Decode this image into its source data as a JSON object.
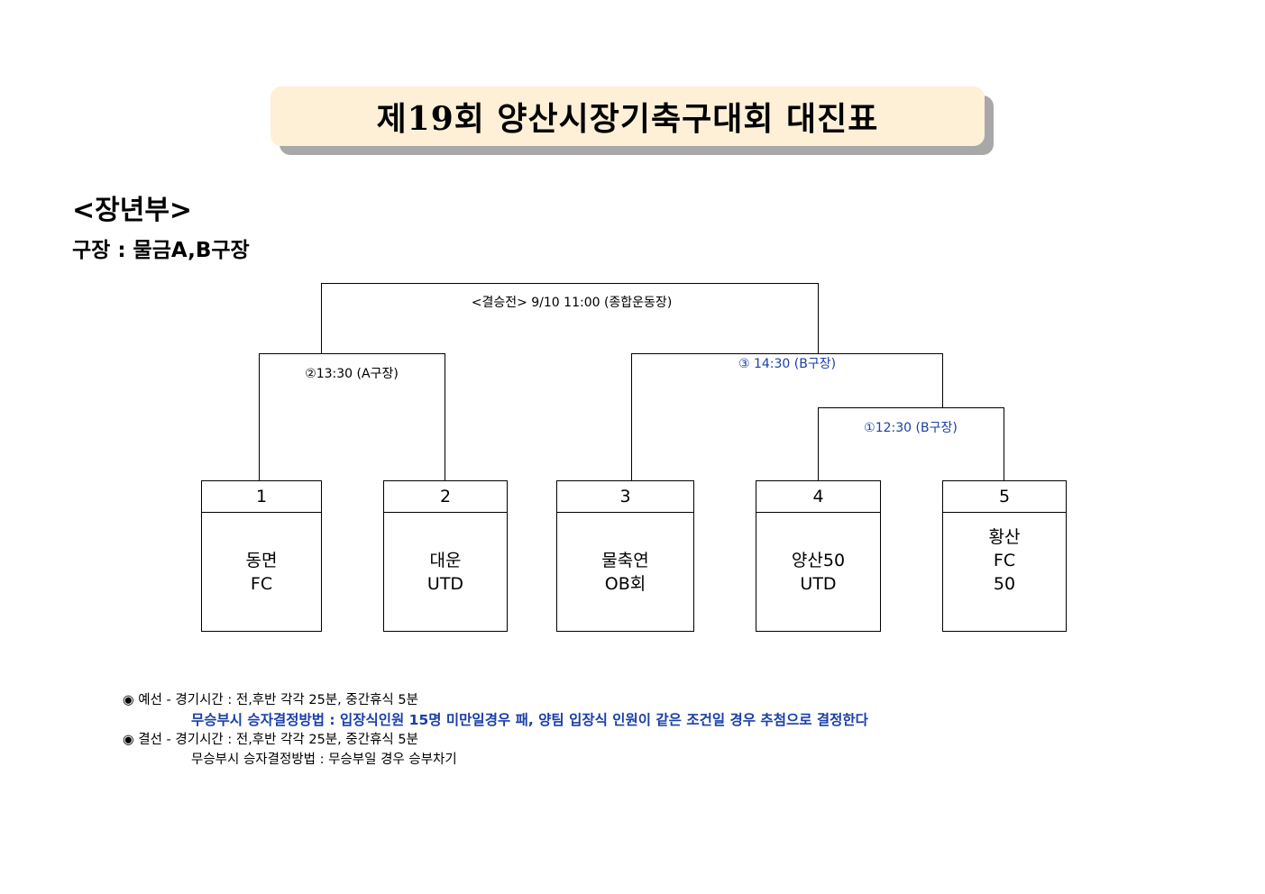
{
  "title": "제19회 양산시장기축구대회 대진표",
  "division": "<장년부>",
  "venue": "구장 : 물금A,B구장",
  "matches": {
    "final": "<결승전> 9/10 11:00 (종합운동장)",
    "match2": "②13:30 (A구장)",
    "match3": "③ 14:30 (B구장)",
    "match1": "①12:30 (B구장)"
  },
  "teams": [
    {
      "num": "1",
      "lines": [
        "동면",
        "FC"
      ]
    },
    {
      "num": "2",
      "lines": [
        "대운",
        "UTD"
      ]
    },
    {
      "num": "3",
      "lines": [
        "물축연",
        "OB회"
      ]
    },
    {
      "num": "4",
      "lines": [
        "양산50",
        "UTD"
      ]
    },
    {
      "num": "5",
      "lines": [
        "황산",
        "FC",
        "50"
      ]
    }
  ],
  "notes": {
    "line1": "◉ 예선 - 경기시간 : 전,후반 각각 25분, 중간휴식 5분",
    "line2": "무승부시 승자결정방법 : 입장식인원 15명 미만일경우 패, 양팀 입장식 인원이 같은 조건일 경우 추첨으로 결정한다",
    "line3": "◉ 결선 - 경기시간 : 전,후반 각각 25분, 중간휴식 5분",
    "line4": "무승부시 승자결정방법 : 무승부일 경우 승부차기"
  },
  "colors": {
    "title_bg": "#fdf0d6",
    "title_shadow": "#a8a8a8",
    "blue_text": "#1a3fa8"
  }
}
